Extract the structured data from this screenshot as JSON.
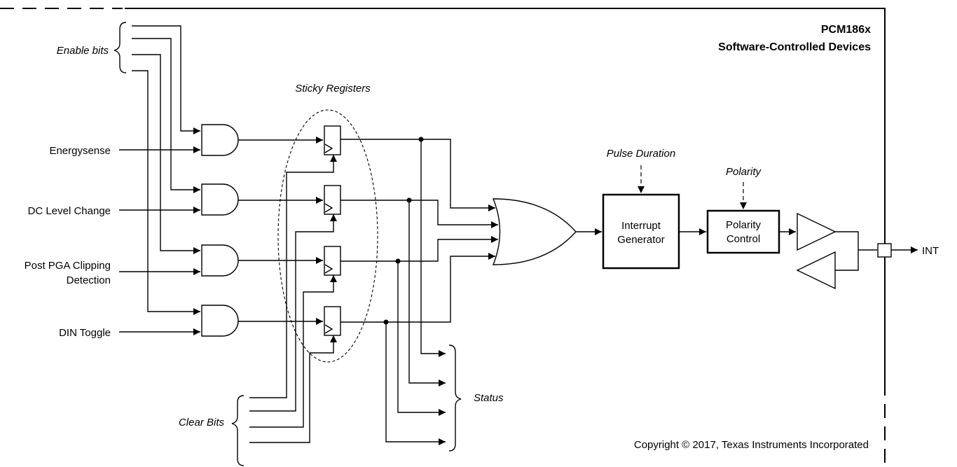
{
  "device": {
    "title": "PCM186x",
    "subtitle": "Software-Controlled Devices"
  },
  "inputs": {
    "enable_bits": "Enable bits",
    "energysense": "Energysense",
    "dc_level_change": "DC Level Change",
    "post_pga_line1": "Post PGA Clipping",
    "post_pga_line2": "Detection",
    "din_toggle": "DIN Toggle",
    "clear_bits": "Clear Bits"
  },
  "blocks": {
    "sticky_registers": "Sticky Registers",
    "pulse_duration": "Pulse Duration",
    "polarity": "Polarity",
    "interrupt_generator_line1": "Interrupt",
    "interrupt_generator_line2": "Generator",
    "polarity_control_line1": "Polarity",
    "polarity_control_line2": "Control",
    "status": "Status"
  },
  "output": {
    "int_label": "INT"
  },
  "copyright": "Copyright © 2017, Texas Instruments Incorporated"
}
